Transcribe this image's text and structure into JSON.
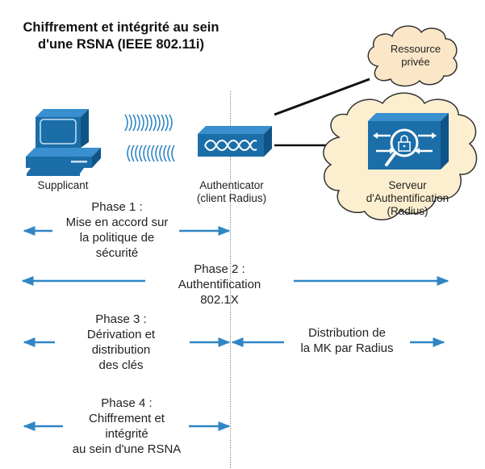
{
  "title": {
    "line1": "Chiffrement et intégrité au sein",
    "line2": "d'une RSNA (IEEE 802.11i)"
  },
  "colors": {
    "device_blue": "#1b6ea8",
    "arrow_blue": "#2f86c4",
    "cloud_fill": "#fbe6c8",
    "cloud_fill_server": "#fcefcf"
  },
  "nodes": {
    "supplicant": {
      "label": "Supplicant",
      "icon": "computer-icon"
    },
    "authenticator": {
      "line1": "Authenticator",
      "line2": "(client Radius)",
      "icon": "access-point-icon"
    },
    "resource": {
      "line1": "Ressource",
      "line2": "privée",
      "icon": "cloud-icon"
    },
    "server": {
      "line1": "Serveur",
      "line2": "d'Authentification",
      "line3": "(Radius)",
      "icon": "auth-server-icon"
    }
  },
  "phases": [
    {
      "lines": [
        "Phase 1 :",
        "Mise en accord sur",
        "la politique de",
        "sécurité"
      ]
    },
    {
      "lines": [
        "Phase 2 :",
        "Authentification",
        "802.1X"
      ]
    },
    {
      "lines": [
        "Phase 3 :",
        "Dérivation et",
        "distribution",
        "des clés"
      ]
    },
    {
      "lines": [
        "Phase 4 :",
        "Chiffrement et",
        "intégrité",
        "au sein d'une RSNA"
      ]
    }
  ],
  "side_note": {
    "lines": [
      "Distribution de",
      "la MK par Radius"
    ]
  }
}
